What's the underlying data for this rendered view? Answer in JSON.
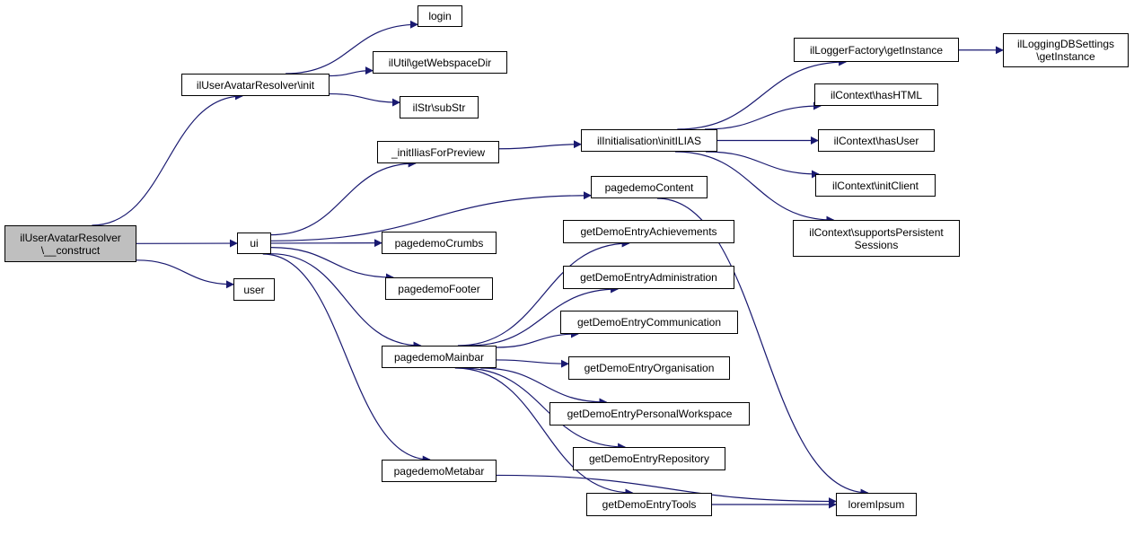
{
  "graph": {
    "colors": {
      "edge": "#191970",
      "root_fill": "#bfbfbf",
      "node_fill": "#ffffff",
      "border": "#000000"
    },
    "nodes": [
      {
        "id": "construct",
        "label": "ilUserAvatarResolver\n\\__construct",
        "root": true
      },
      {
        "id": "init",
        "label": "ilUserAvatarResolver\\init"
      },
      {
        "id": "ui",
        "label": "ui"
      },
      {
        "id": "user",
        "label": "user"
      },
      {
        "id": "login",
        "label": "login"
      },
      {
        "id": "getWebspaceDir",
        "label": "ilUtil\\getWebspaceDir"
      },
      {
        "id": "subStr",
        "label": "ilStr\\subStr"
      },
      {
        "id": "initIliasForPreview",
        "label": "_initIliasForPreview"
      },
      {
        "id": "pagedemoContent",
        "label": "pagedemoContent"
      },
      {
        "id": "pagedemoCrumbs",
        "label": "pagedemoCrumbs"
      },
      {
        "id": "pagedemoFooter",
        "label": "pagedemoFooter"
      },
      {
        "id": "pagedemoMainbar",
        "label": "pagedemoMainbar"
      },
      {
        "id": "pagedemoMetabar",
        "label": "pagedemoMetabar"
      },
      {
        "id": "initILIAS",
        "label": "ilInitialisation\\initILIAS"
      },
      {
        "id": "loggerFactory",
        "label": "ilLoggerFactory\\getInstance"
      },
      {
        "id": "loggingDB",
        "label": "ilLoggingDBSettings\n\\getInstance"
      },
      {
        "id": "hasHTML",
        "label": "ilContext\\hasHTML"
      },
      {
        "id": "hasUser",
        "label": "ilContext\\hasUser"
      },
      {
        "id": "initClient",
        "label": "ilContext\\initClient"
      },
      {
        "id": "supportsPersistent",
        "label": "ilContext\\supportsPersistent\nSessions"
      },
      {
        "id": "achievements",
        "label": "getDemoEntryAchievements"
      },
      {
        "id": "administration",
        "label": "getDemoEntryAdministration"
      },
      {
        "id": "communication",
        "label": "getDemoEntryCommunication"
      },
      {
        "id": "organisation",
        "label": "getDemoEntryOrganisation"
      },
      {
        "id": "personalWorkspace",
        "label": "getDemoEntryPersonalWorkspace"
      },
      {
        "id": "repository",
        "label": "getDemoEntryRepository"
      },
      {
        "id": "tools",
        "label": "getDemoEntryTools"
      },
      {
        "id": "loremIpsum",
        "label": "loremIpsum"
      }
    ],
    "edges": [
      [
        "construct",
        "init"
      ],
      [
        "construct",
        "ui"
      ],
      [
        "construct",
        "user"
      ],
      [
        "init",
        "login"
      ],
      [
        "init",
        "getWebspaceDir"
      ],
      [
        "init",
        "subStr"
      ],
      [
        "ui",
        "initIliasForPreview"
      ],
      [
        "ui",
        "pagedemoContent"
      ],
      [
        "ui",
        "pagedemoCrumbs"
      ],
      [
        "ui",
        "pagedemoFooter"
      ],
      [
        "ui",
        "pagedemoMainbar"
      ],
      [
        "ui",
        "pagedemoMetabar"
      ],
      [
        "initIliasForPreview",
        "initILIAS"
      ],
      [
        "initILIAS",
        "loggerFactory"
      ],
      [
        "initILIAS",
        "hasHTML"
      ],
      [
        "initILIAS",
        "hasUser"
      ],
      [
        "initILIAS",
        "initClient"
      ],
      [
        "initILIAS",
        "supportsPersistent"
      ],
      [
        "loggerFactory",
        "loggingDB"
      ],
      [
        "pagedemoContent",
        "loremIpsum"
      ],
      [
        "pagedemoMainbar",
        "achievements"
      ],
      [
        "pagedemoMainbar",
        "administration"
      ],
      [
        "pagedemoMainbar",
        "communication"
      ],
      [
        "pagedemoMainbar",
        "organisation"
      ],
      [
        "pagedemoMainbar",
        "personalWorkspace"
      ],
      [
        "pagedemoMainbar",
        "repository"
      ],
      [
        "pagedemoMainbar",
        "tools"
      ],
      [
        "pagedemoMetabar",
        "loremIpsum"
      ],
      [
        "tools",
        "loremIpsum"
      ]
    ]
  }
}
